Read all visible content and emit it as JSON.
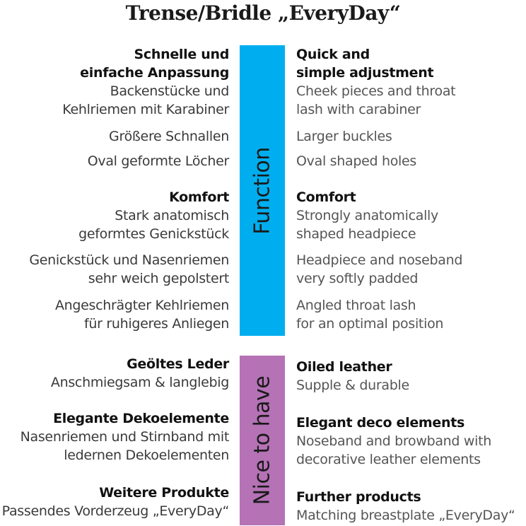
{
  "title": "Trense/Bridle „EveryDay“",
  "bars": {
    "function": "Function",
    "nice": "Nice to have"
  },
  "left": {
    "adjust_head": [
      "Schnelle und",
      "einfache Anpassung"
    ],
    "adjust_items": [
      [
        "Backenstücke und",
        "Kehlriemen mit Karabiner"
      ],
      [
        "Größere Schnallen"
      ],
      [
        "Oval geformte Löcher"
      ]
    ],
    "comfort_head": "Komfort",
    "comfort_items": [
      [
        "Stark anatomisch",
        "geformtes Genickstück"
      ],
      [
        "Genickstück und Nasenriemen",
        "sehr weich gepolstert"
      ],
      [
        "Angeschrägter Kehlriemen",
        "für ruhigeres Anliegen"
      ]
    ],
    "leather_head": "Geöltes Leder",
    "leather_text": "Anschmiegsam & langlebig",
    "deco_head": "Elegante Dekoelemente",
    "deco_text": [
      "Nasenriemen und Stirnband mit",
      "ledernen Dekoelementen"
    ],
    "further_head": "Weitere Produkte",
    "further_text": "Passendes Vorderzeug „EveryDay“"
  },
  "right": {
    "adjust_head": [
      "Quick and",
      "simple adjustment"
    ],
    "adjust_items": [
      [
        "Cheek pieces and throat",
        "lash with carabiner"
      ],
      [
        "Larger buckles"
      ],
      [
        "Oval shaped holes"
      ]
    ],
    "comfort_head": "Comfort",
    "comfort_items": [
      [
        "Strongly anatomically",
        "shaped headpiece"
      ],
      [
        "Headpiece and noseband",
        "very softly padded"
      ],
      [
        "Angled throat lash",
        "for an optimal position"
      ]
    ],
    "leather_head": "Oiled leather",
    "leather_text": "Supple & durable",
    "deco_head": "Elegant deco elements",
    "deco_text": [
      "Noseband and browband with",
      "decorative leather elements"
    ],
    "further_head": "Further products",
    "further_text": "Matching breastplate „EveryDay“"
  }
}
